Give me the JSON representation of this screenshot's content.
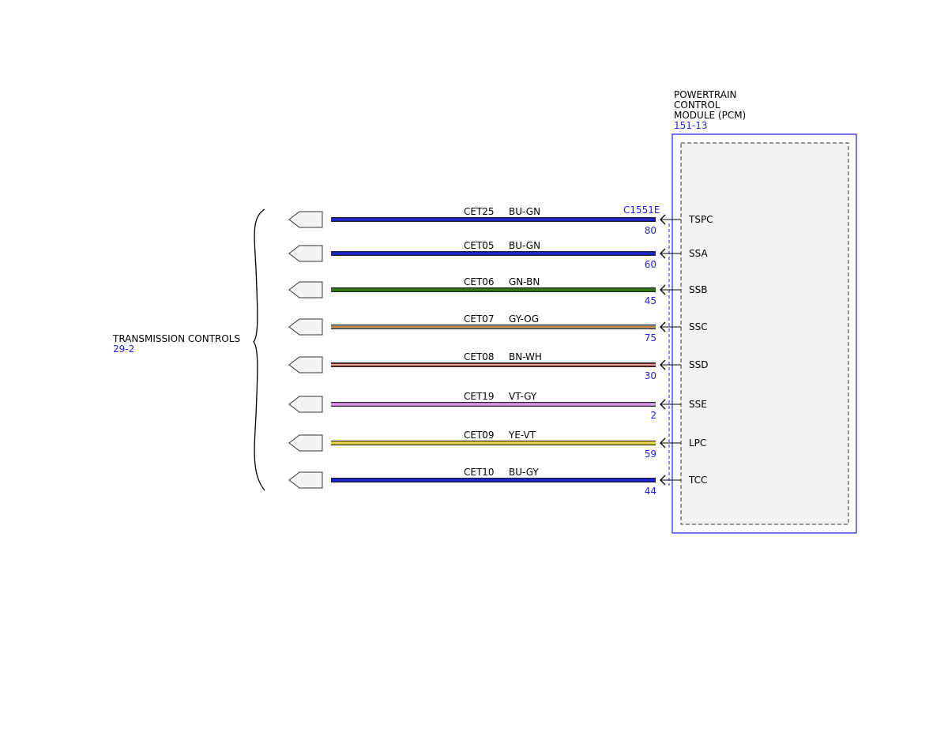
{
  "module": {
    "title_lines": [
      "POWERTRAIN",
      "CONTROL",
      "MODULE (PCM)"
    ],
    "ref": "151-13",
    "connector": "C1551E",
    "frame_color": "#1f1fe0"
  },
  "group": {
    "name": "TRANSMISSION CONTROLS",
    "ref": "29-2"
  },
  "circuits": [
    {
      "circuit": "CET25",
      "color_code": "BU-GN",
      "pin": "80",
      "signal": "TSPC",
      "wire_colors": [
        "#1a1ab0",
        "#2233dd"
      ]
    },
    {
      "circuit": "CET05",
      "color_code": "BU-GN",
      "pin": "60",
      "signal": "SSA",
      "wire_colors": [
        "#1a1ab0",
        "#2233dd"
      ]
    },
    {
      "circuit": "CET06",
      "color_code": "GN-BN",
      "pin": "45",
      "signal": "SSB",
      "wire_colors": [
        "#2a6a10",
        "#3b7d1f"
      ]
    },
    {
      "circuit": "CET07",
      "color_code": "GY-OG",
      "pin": "75",
      "signal": "SSC",
      "wire_colors": [
        "#8f8f8f",
        "#e08a20"
      ]
    },
    {
      "circuit": "CET08",
      "color_code": "BN-WH",
      "pin": "30",
      "signal": "SSD",
      "wire_colors": [
        "#8a2a1a",
        "#f4e6e6"
      ]
    },
    {
      "circuit": "CET19",
      "color_code": "VT-GY",
      "pin": "2",
      "signal": "SSE",
      "wire_colors": [
        "#c070c8",
        "#e8c0ee"
      ]
    },
    {
      "circuit": "CET09",
      "color_code": "YE-VT",
      "pin": "59",
      "signal": "LPC",
      "wire_colors": [
        "#d8c020",
        "#f0e070"
      ]
    },
    {
      "circuit": "CET10",
      "color_code": "BU-GY",
      "pin": "44",
      "signal": "TCC",
      "wire_colors": [
        "#1a1ab0",
        "#2233dd"
      ]
    }
  ]
}
